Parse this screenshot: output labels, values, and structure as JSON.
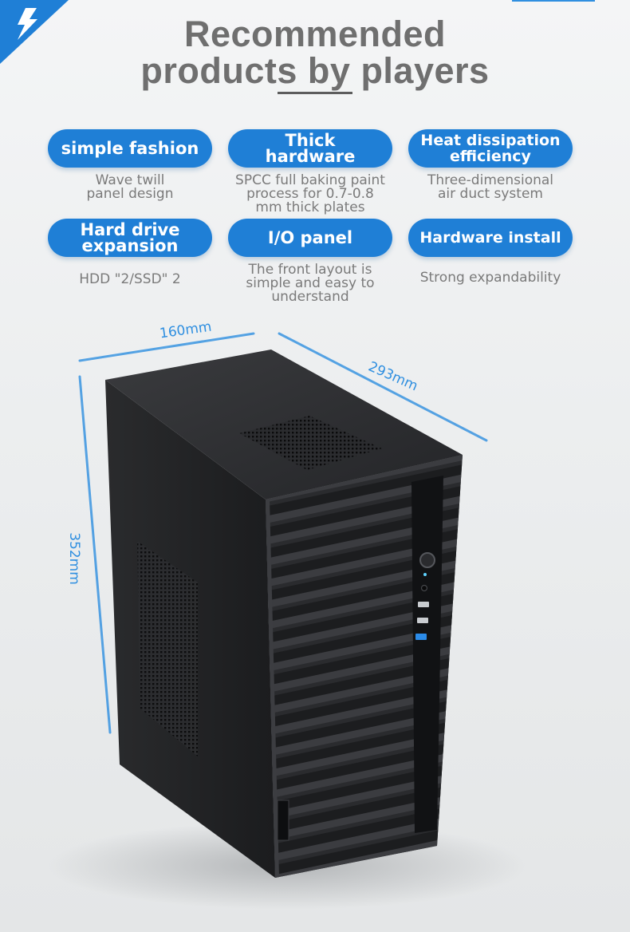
{
  "title": {
    "line1": "Recommended",
    "line2": "products by players"
  },
  "features": [
    {
      "label": "simple fashion",
      "description": "Wave twill\npanel design"
    },
    {
      "label": "Thick hardware",
      "description": "SPCC full baking paint\nprocess for 0.7-0.8\nmm thick plates"
    },
    {
      "label": "Heat dissipation efficiency",
      "description": "Three-dimensional\nair duct system"
    },
    {
      "label": "Hard drive expansion",
      "description": "HDD \"2/SSD\" 2"
    },
    {
      "label": "I/O panel",
      "description": "The front layout is\nsimple and easy to\nunderstand"
    },
    {
      "label": "Hardware install",
      "description": "Strong expandability"
    }
  ],
  "dimensions": {
    "width": "160mm",
    "depth": "293mm",
    "height": "352mm"
  },
  "colors": {
    "accent": "#1f7fd6",
    "title_gray": "#6f6f6f",
    "dimension_blue": "#2f8fe0",
    "case_black": "#1e1f21"
  },
  "icons": [
    "lightning-bolt-icon",
    "power-button-icon",
    "usb-port-icon"
  ]
}
